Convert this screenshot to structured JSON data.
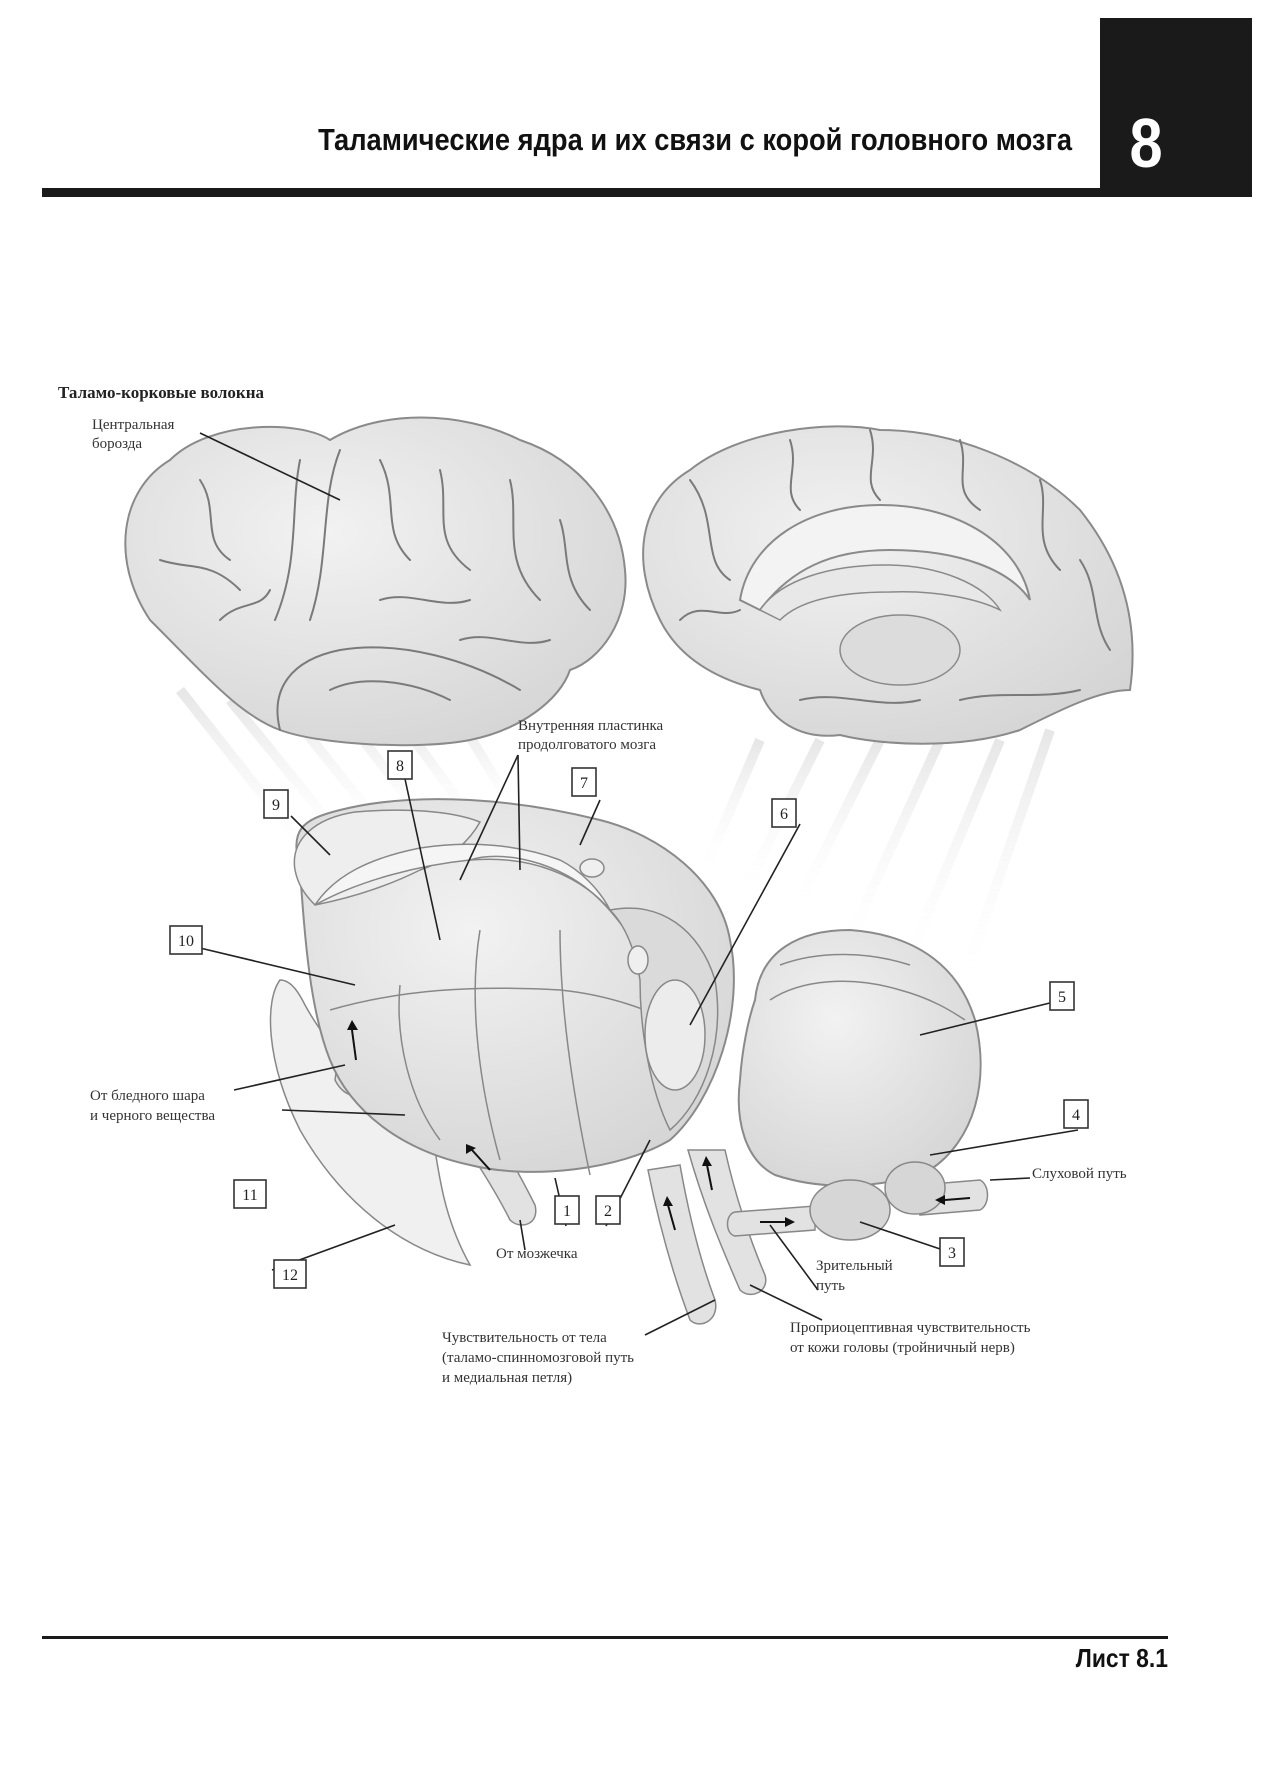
{
  "header": {
    "chapter_number": "8",
    "title": "Таламические ядра и их связи с корой головного мозга"
  },
  "section": {
    "heading": "Таламо-корковые волокна"
  },
  "labels": {
    "central_sulcus_line1": "Центральная",
    "central_sulcus_line2": "борозда",
    "internal_lamina_line1": "Внутренняя пластинка",
    "internal_lamina_line2": "продолговатого мозга",
    "pallidus_line1": "От бледного шара",
    "pallidus_line2": "и черного вещества",
    "cerebellum": "От мозжечка",
    "auditory": "Слуховой путь",
    "visual_line1": "Зрительный",
    "visual_line2": "путь",
    "body_sens_line1": "Чувствительность от тела",
    "body_sens_line2": "(таламо-спинномозговой путь",
    "body_sens_line3": "и медиальная петля)",
    "proprio_line1": "Проприоцептивная чувствительность",
    "proprio_line2": "от кожи головы (тройничный нерв)"
  },
  "callouts": [
    "1",
    "2",
    "3",
    "4",
    "5",
    "6",
    "7",
    "8",
    "9",
    "10",
    "11",
    "12"
  ],
  "colors": {
    "tissue": "#e4e4e4",
    "tissue_light": "#efefef",
    "outline": "#8a8a8a",
    "ink": "#1a1a1a"
  },
  "footer": {
    "sheet": "Лист 8.1"
  }
}
